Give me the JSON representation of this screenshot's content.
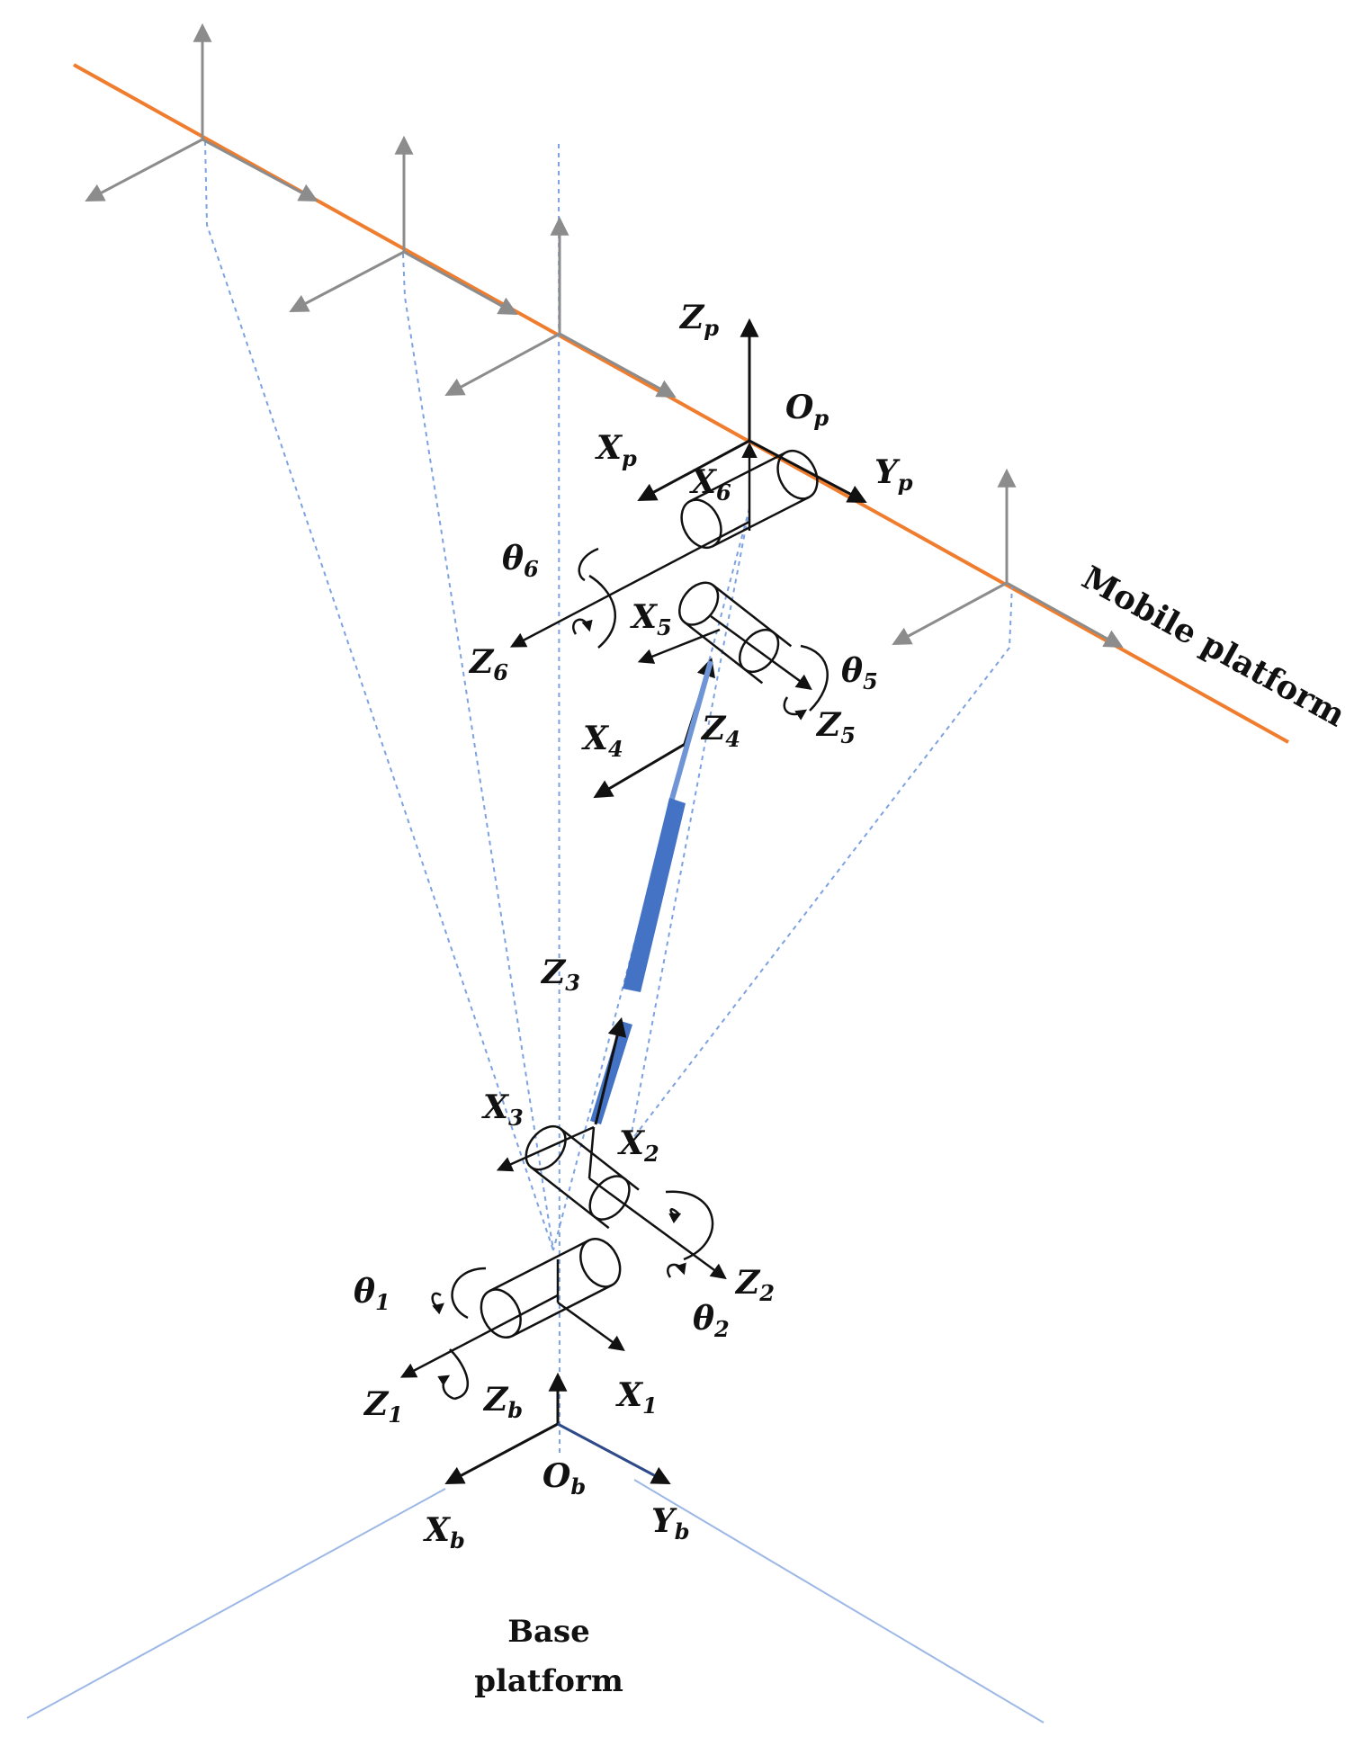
{
  "colors": {
    "mobile_platform_line": "#f07d2e",
    "base_platform_line": "#9db8e6",
    "dashed_leg": "#7da2e0",
    "actuator": "#4472c4",
    "axis_black": "#111111",
    "axis_gray": "#8c8c8c"
  },
  "labels": {
    "mobile_platform": "Mobile platform",
    "base_platform_line1": "Base",
    "base_platform_line2": "platform",
    "Zp": {
      "main": "Z",
      "sub": "p"
    },
    "Op": {
      "main": "O",
      "sub": "p"
    },
    "Xp": {
      "main": "X",
      "sub": "p"
    },
    "Yp": {
      "main": "Y",
      "sub": "p"
    },
    "X6": {
      "main": "X",
      "sub": "6"
    },
    "theta6": {
      "main": "θ",
      "sub": "6"
    },
    "Z6": {
      "main": "Z",
      "sub": "6"
    },
    "X5": {
      "main": "X",
      "sub": "5"
    },
    "theta5": {
      "main": "θ",
      "sub": "5"
    },
    "Z5": {
      "main": "Z",
      "sub": "5"
    },
    "X4": {
      "main": "X",
      "sub": "4"
    },
    "Z4": {
      "main": "Z",
      "sub": "4"
    },
    "Z3": {
      "main": "Z",
      "sub": "3"
    },
    "X3": {
      "main": "X",
      "sub": "3"
    },
    "X2": {
      "main": "X",
      "sub": "2"
    },
    "Z2": {
      "main": "Z",
      "sub": "2"
    },
    "theta2": {
      "main": "θ",
      "sub": "2"
    },
    "theta1": {
      "main": "θ",
      "sub": "1"
    },
    "Z1": {
      "main": "Z",
      "sub": "1"
    },
    "Zb": {
      "main": "Z",
      "sub": "b"
    },
    "X1": {
      "main": "X",
      "sub": "1"
    },
    "Ob": {
      "main": "O",
      "sub": "b"
    },
    "Xb": {
      "main": "X",
      "sub": "b"
    },
    "Yb": {
      "main": "Y",
      "sub": "b"
    }
  }
}
